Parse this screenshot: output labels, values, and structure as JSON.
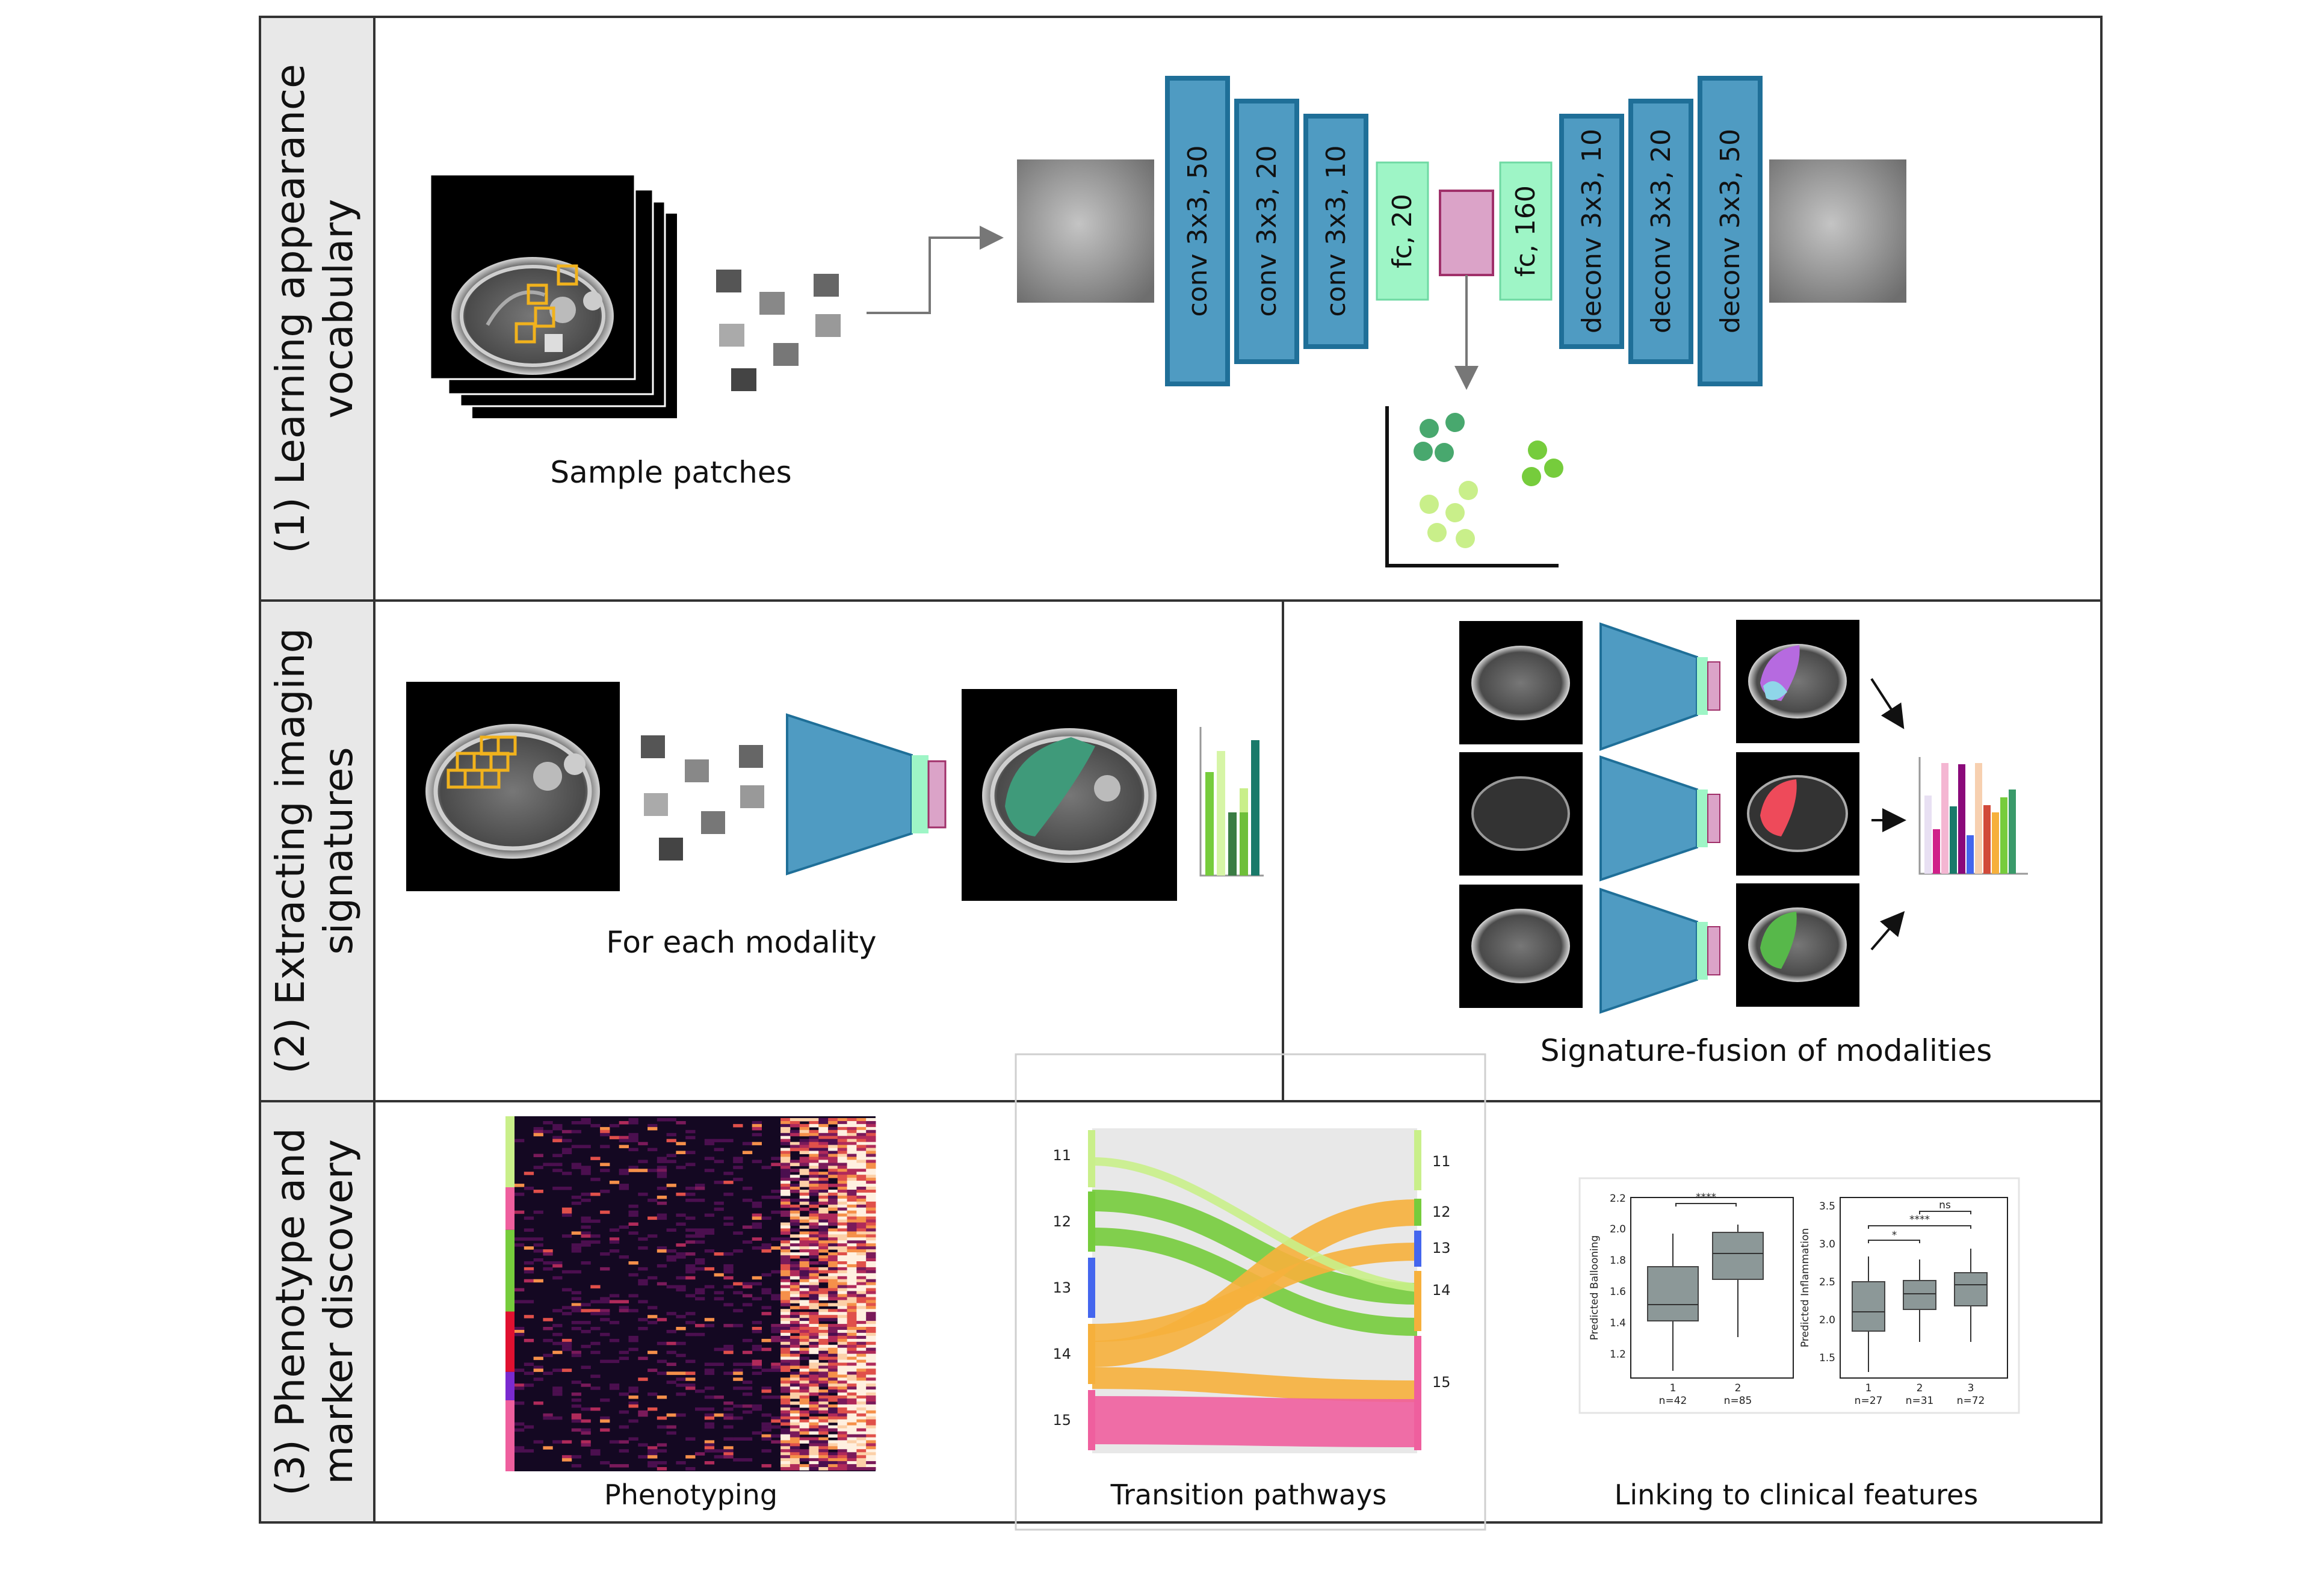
{
  "sections": {
    "s1": "(1) Learning appearance vocabulary",
    "s1_lines": [
      "(1) Learning appearance",
      "vocabulary"
    ],
    "s2_lines": [
      "(2) Extracting imaging",
      "signatures"
    ],
    "s3_lines": [
      "(3) Phenotype and",
      "marker discovery"
    ]
  },
  "captions": {
    "sample_patches": "Sample patches",
    "for_each_modality": "For each modality",
    "signature_fusion": "Signature-fusion of modalities",
    "phenotyping": "Phenotyping",
    "transition_pathways": "Transition pathways",
    "linking_clinical": "Linking to clinical features"
  },
  "network": {
    "encoder": [
      "conv 3x3, 50",
      "conv 3x3, 20",
      "conv 3x3, 10",
      "fc, 20"
    ],
    "decoder": [
      "fc, 160",
      "deconv 3x3, 10",
      "deconv 3x3, 20",
      "deconv 3x3, 50"
    ],
    "colors": {
      "conv": "#4f9bc2",
      "conv_border": "#1f6f98",
      "fc": "#9ef5c6",
      "latent": "#dba3c8"
    }
  },
  "sankey": {
    "left_labels": [
      "11",
      "12",
      "13",
      "14",
      "15"
    ],
    "right_labels": [
      "11",
      "12",
      "13",
      "14",
      "15"
    ],
    "colors": [
      "#c9ef8a",
      "#76cc3c",
      "#4466ee",
      "#f6b03c",
      "#ef5f9e"
    ]
  },
  "boxplots": {
    "left": {
      "ylabel": "Predicted Ballooning",
      "yticks": [
        "2.2",
        "2.0",
        "1.8",
        "1.6",
        "1.4",
        "1.2"
      ],
      "groups": [
        "1",
        "2"
      ],
      "counts": [
        "n=42",
        "n=85"
      ],
      "sig": [
        "****"
      ]
    },
    "right": {
      "ylabel": "Predicted Inflammation",
      "yticks": [
        "3.5",
        "3.0",
        "2.5",
        "2.0",
        "1.5"
      ],
      "groups": [
        "1",
        "2",
        "3"
      ],
      "counts": [
        "n=27",
        "n=31",
        "n=72"
      ],
      "sig": [
        "ns",
        "****",
        "*"
      ]
    }
  }
}
